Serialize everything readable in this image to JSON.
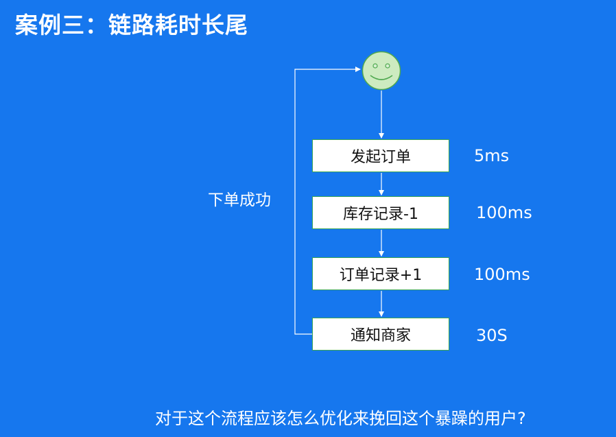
{
  "title": "案例三：链路耗时长尾",
  "loop_label": "下单成功",
  "question": "对于这个流程应该怎么优化来挽回这个暴躁的用户?",
  "avatar_icon": "smiley-face-icon",
  "colors": {
    "background": "#1677EE",
    "box_fill": "#FFFFFF",
    "box_border": "#39A552",
    "face_fill": "#CDEBC0",
    "face_stroke": "#4FA84F",
    "arrow": "#FFFFFF"
  },
  "steps": [
    {
      "label": "发起订单",
      "time": "5ms"
    },
    {
      "label": "库存记录-1",
      "time": "100ms"
    },
    {
      "label": "订单记录+1",
      "time": "100ms"
    },
    {
      "label": "通知商家",
      "time": "30S"
    }
  ]
}
